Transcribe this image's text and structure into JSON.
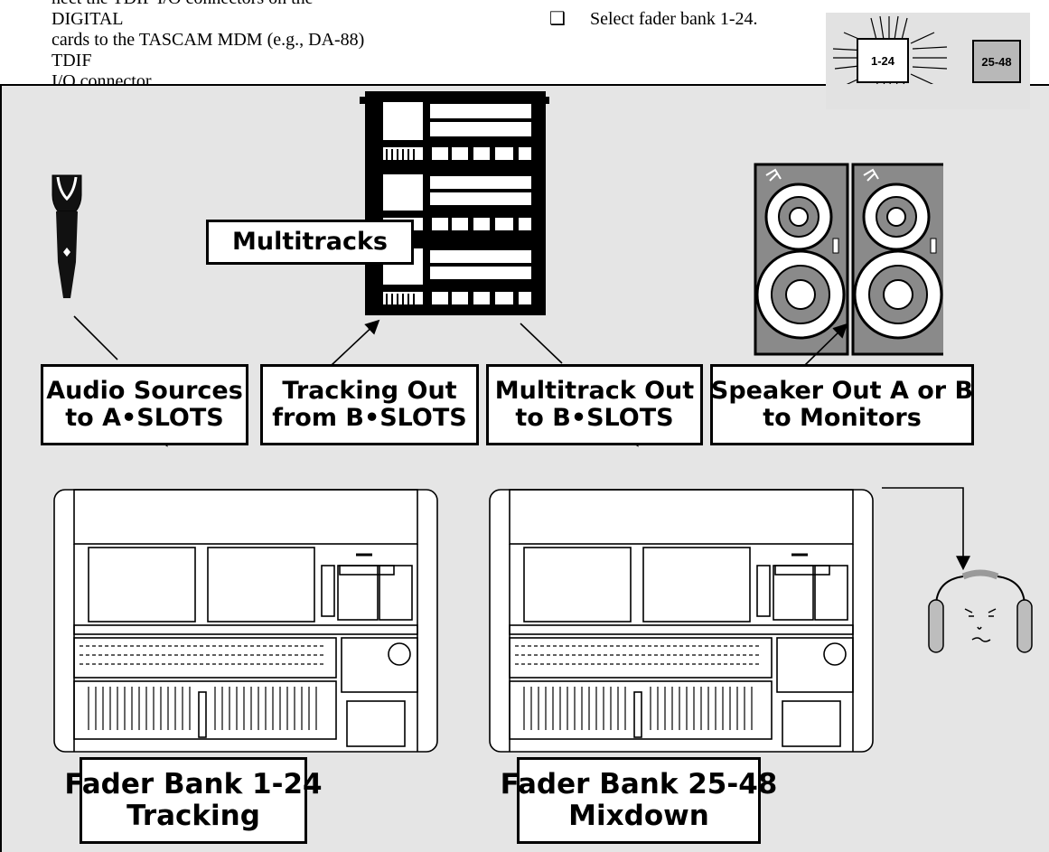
{
  "instructions": {
    "left_line1": "nect the TDIF I/O connectors on the DIGITAL",
    "left_line2": "cards to the TASCAM MDM (e.g., DA-88) TDIF",
    "left_line3": "I/O connector.",
    "checkbox_glyph": "❑",
    "step_text": "Select fader bank 1-24."
  },
  "bank_selector": {
    "bank_a": "1-24",
    "bank_b": "25-48"
  },
  "multitracks_label": "Multitracks",
  "routing_labels": {
    "audio_sources": {
      "line1": "Audio Sources",
      "line2": "to A•SLOTS"
    },
    "tracking_out": {
      "line1": "Tracking Out",
      "line2": "from B•SLOTS"
    },
    "multitrack_out": {
      "line1": "Multitrack Out",
      "line2": "to B•SLOTS"
    },
    "speaker_out": {
      "line1": "Speaker Out A or B",
      "line2": "to Monitors"
    }
  },
  "consoles": {
    "left": {
      "line1": "Fader Bank 1-24",
      "line2": "Tracking"
    },
    "right": {
      "line1": "Fader Bank 25-48",
      "line2": "Mixdown"
    }
  },
  "colors": {
    "panel_bg": "#e5e5e5",
    "speaker_gray": "#8a8a8a",
    "headphone_gray": "#bdbdbd",
    "ink": "#000000"
  }
}
